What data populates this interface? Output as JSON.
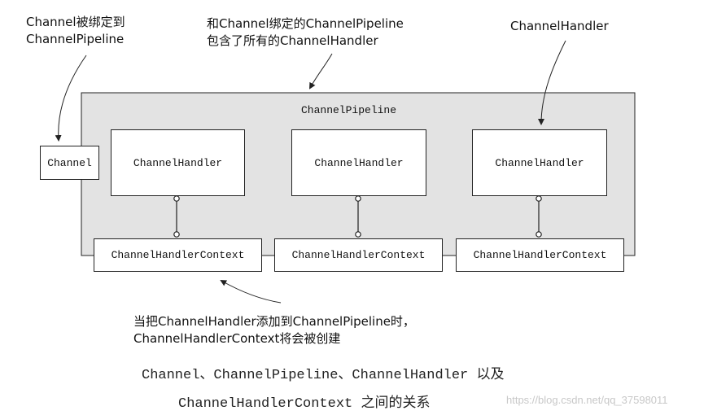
{
  "annotations": {
    "channel_line1": "Channel被绑定到",
    "channel_line2": "ChannelPipeline",
    "pipeline_line1": "和Channel绑定的ChannelPipeline",
    "pipeline_line2": "包含了所有的ChannelHandler",
    "handler": "ChannelHandler",
    "context_line1": "当把ChannelHandler添加到ChannelPipeline时，",
    "context_line2": "ChannelHandlerContext将会被创建"
  },
  "diagram": {
    "pipeline_label": "ChannelPipeline",
    "channel_label": "Channel",
    "handlers": [
      "ChannelHandler",
      "ChannelHandler",
      "ChannelHandler"
    ],
    "contexts": [
      "ChannelHandlerContext",
      "ChannelHandlerContext",
      "ChannelHandlerContext"
    ],
    "colors": {
      "pipeline_fill": "#e3e3e3",
      "stroke": "#222222"
    }
  },
  "caption": {
    "line1_mono": "Channel、ChannelPipeline、ChannelHandler",
    "line1_cjk": "以及",
    "line2_mono": "ChannelHandlerContext",
    "line2_cjk": "之间的关系"
  },
  "watermark": "https://blog.csdn.net/qq_37598011"
}
